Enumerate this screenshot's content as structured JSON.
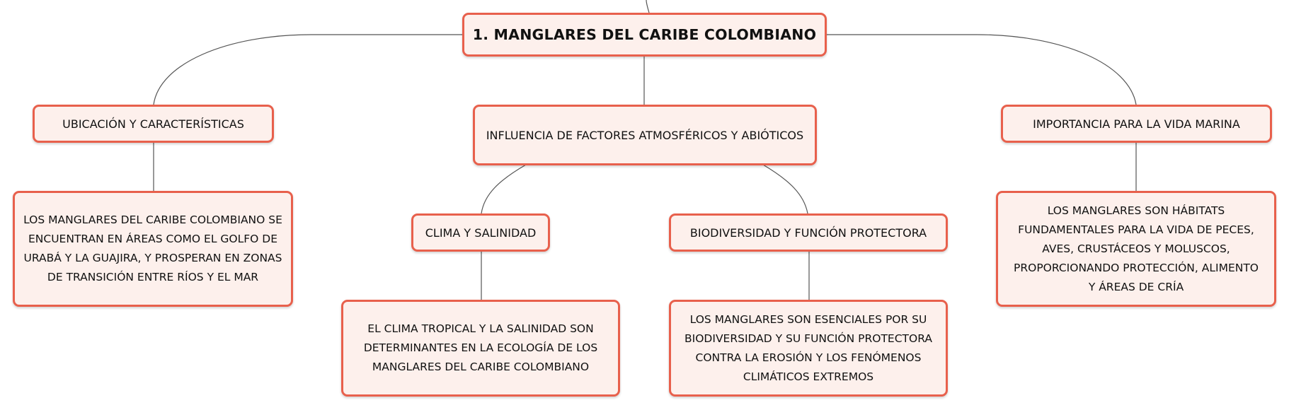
{
  "diagram": {
    "root": {
      "label": "1. MANGLARES DEL CARIBE COLOMBIANO"
    },
    "branches": {
      "ubicacion": {
        "label": "UBICACIÓN Y CARACTERÍSTICAS",
        "detail": "LOS MANGLARES DEL CARIBE COLOMBIANO SE ENCUENTRAN EN ÁREAS COMO EL GOLFO DE URABÁ Y LA GUAJIRA, Y PROSPERAN EN ZONAS DE TRANSICIÓN ENTRE RÍOS Y EL MAR"
      },
      "influencia": {
        "label": "INFLUENCIA DE FACTORES ATMOSFÉRICOS Y ABIÓTICOS",
        "clima": {
          "label": "CLIMA Y SALINIDAD",
          "detail": "EL CLIMA TROPICAL Y LA SALINIDAD SON DETERMINANTES EN LA ECOLOGÍA DE LOS MANGLARES DEL CARIBE COLOMBIANO"
        },
        "biodiversidad": {
          "label": "BIODIVERSIDAD Y FUNCIÓN PROTECTORA",
          "detail": "LOS MANGLARES SON ESENCIALES POR SU BIODIVERSIDAD Y SU FUNCIÓN PROTECTORA CONTRA LA EROSIÓN Y LOS FENÓMENOS CLIMÁTICOS EXTREMOS"
        }
      },
      "importancia": {
        "label": "IMPORTANCIA PARA LA VIDA MARINA",
        "detail": "LOS MANGLARES SON HÁBITATS FUNDAMENTALES PARA LA VIDA DE PECES, AVES, CRUSTÁCEOS Y MOLUSCOS, PROPORCIONANDO PROTECCIÓN, ALIMENTO Y ÁREAS DE CRÍA"
      }
    },
    "colors": {
      "node_border": "#e8604c",
      "node_fill": "#fdf0ec",
      "connector": "#555555"
    }
  }
}
